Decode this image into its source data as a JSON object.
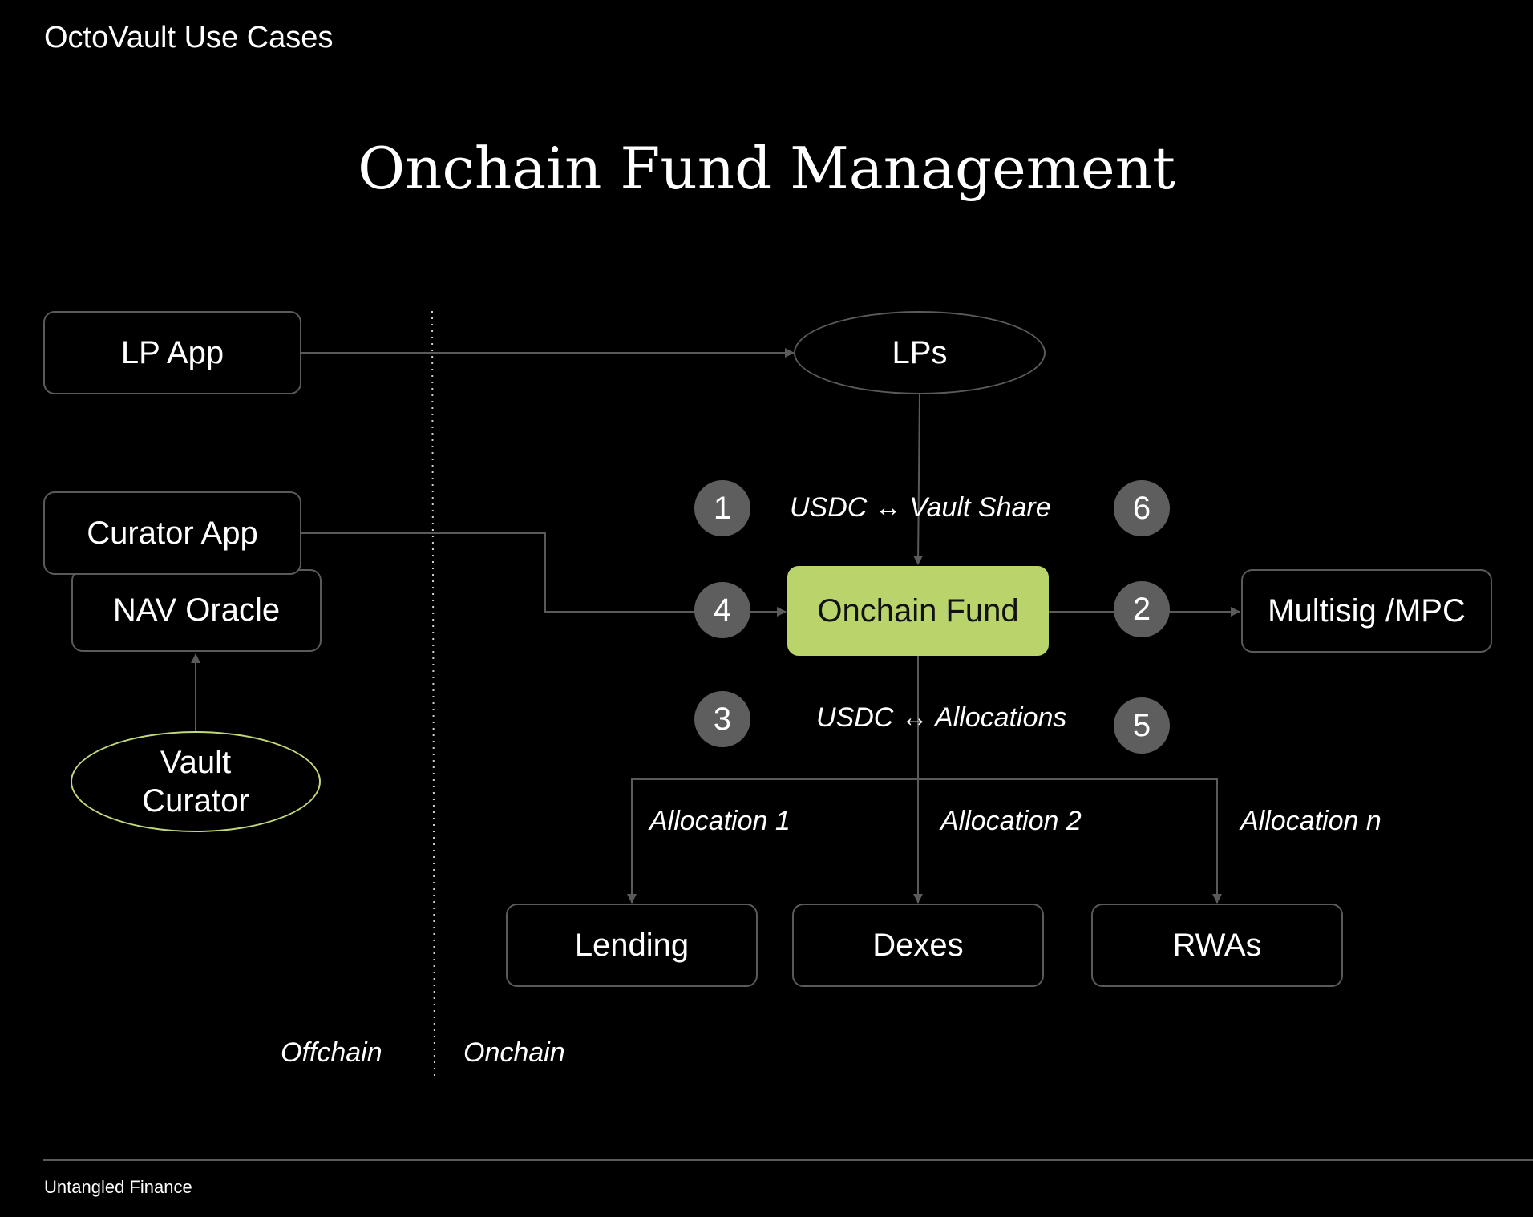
{
  "header": {
    "title": "OctoVault Use Cases"
  },
  "diagram": {
    "title": "Onchain Fund Management",
    "nodes": {
      "lp_app": "LP App",
      "curator_app": "Curator App",
      "nav_oracle": "NAV Oracle",
      "vault_curator": "Vault Curator",
      "lps": "LPs",
      "onchain_fund": "Onchain Fund",
      "multisig": "Multisig /MPC",
      "lending": "Lending",
      "dexes": "Dexes",
      "rwas": "RWAs"
    },
    "steps": [
      "1",
      "2",
      "3",
      "4",
      "5",
      "6"
    ],
    "labels": {
      "usdc_vault_share": "USDC ↔ Vault Share",
      "usdc_allocations": "USDC ↔ Allocations",
      "allocation_1": "Allocation 1",
      "allocation_2": "Allocation 2",
      "allocation_n": "Allocation n",
      "offchain": "Offchain",
      "onchain": "Onchain"
    }
  },
  "footer": {
    "company": "Untangled Finance"
  },
  "colors": {
    "background": "#000000",
    "accent": "#b8d46a",
    "line": "#5a5a5a",
    "badge": "#5e5e5e"
  }
}
